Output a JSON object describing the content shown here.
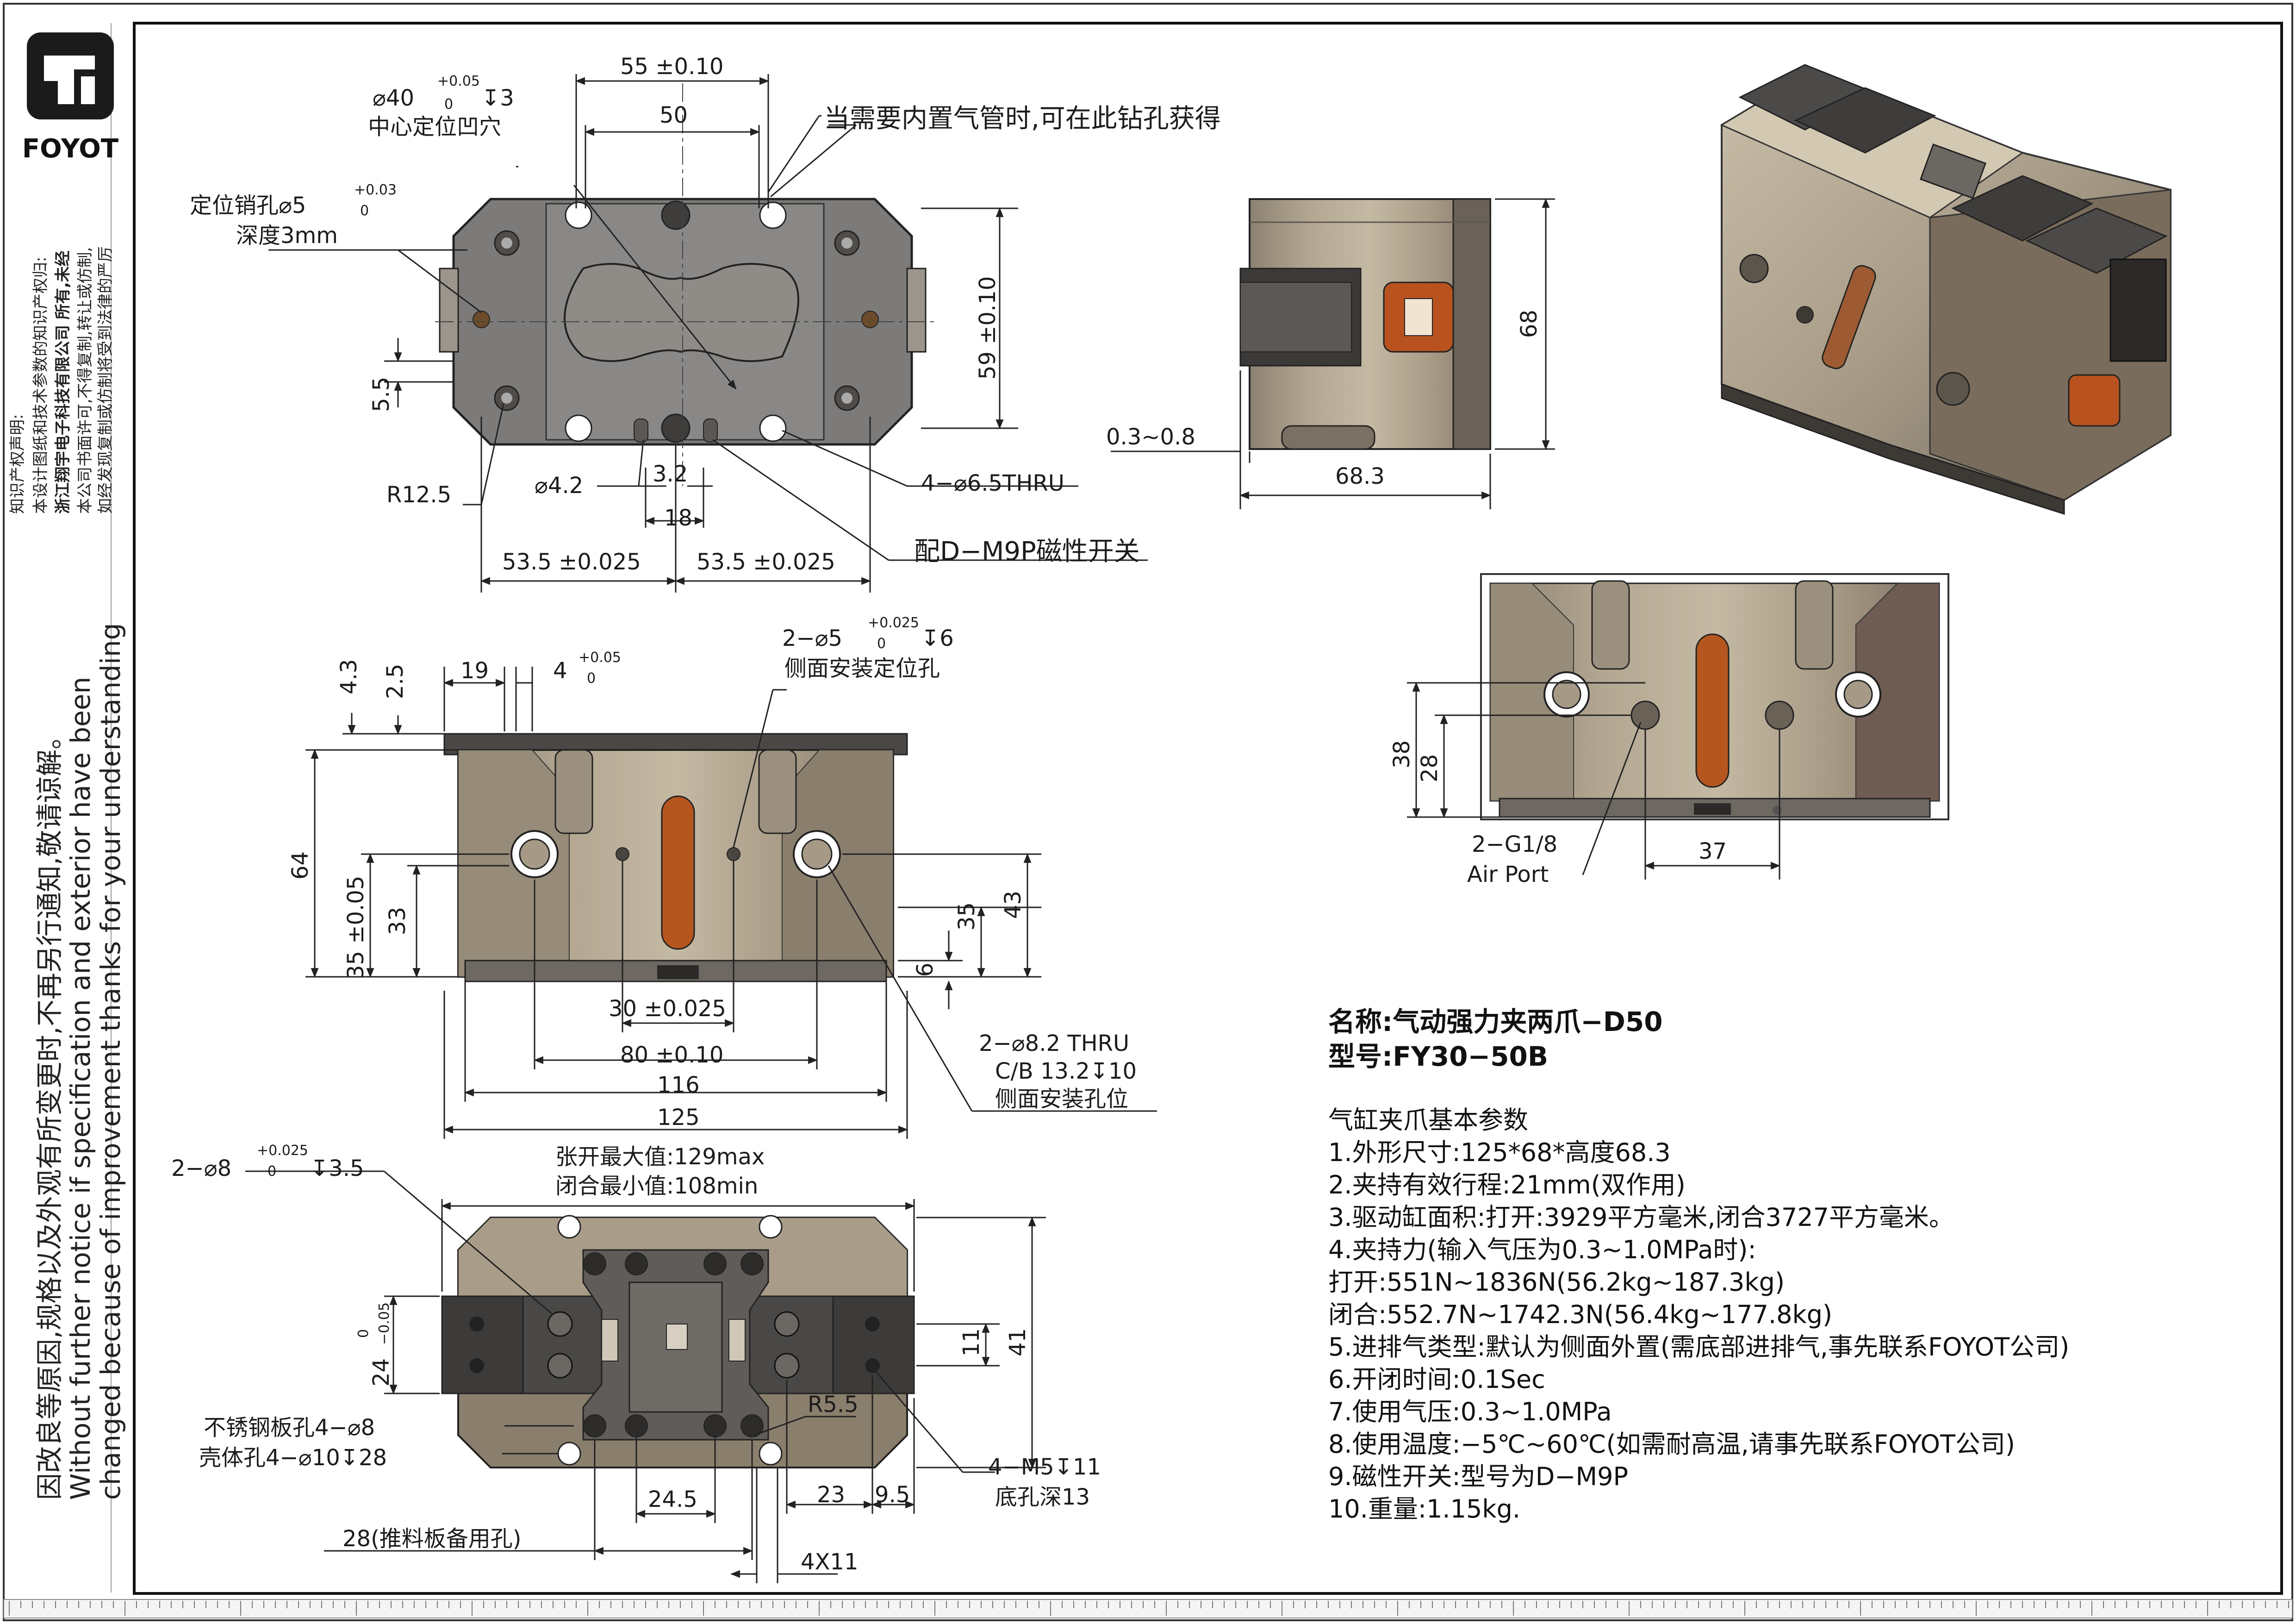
{
  "brand": {
    "name": "FOYOT"
  },
  "side_notice": {
    "copyright_lines": [
      "知识产权声明:",
      "本设计图纸和技术参数的知识产权归:",
      "浙江翔宇电子科技有限公司 所有,未经",
      "本公司书面许可,不得复制,转让或仿制,",
      "如经发现复制或仿制将受到法律的严厉"
    ],
    "change_notice_cn": "因改良等原因,规格以及外观有所变更时,不再另行通知,敬请谅解。",
    "change_notice_en_1": "Without further notice if specification and exterior have been",
    "change_notice_en_2": "changed because of improvement thanks for your understanding"
  },
  "top_view": {
    "center_hole": "⌀40 +0.05/0 ↧3",
    "center_hole_tol_up": "+0.05",
    "center_hole_tol_low": "0",
    "center_hole_main": "⌀40",
    "center_hole_depth": "↧3",
    "center_hole_label": "中心定位凹穴",
    "pin_hole_main": "定位销孔⌀5",
    "pin_hole_tol_up": "+0.03",
    "pin_hole_tol_low": "0",
    "pin_hole_depth": "深度3mm",
    "dim_55": "55 ±0.10",
    "dim_50": "50",
    "drill_note": "当需要内置气管时,可在此钻孔获得",
    "dim_59": "59 ±0.10",
    "dim_5_5": "5.5",
    "dim_r12_5": "R12.5",
    "dim_phi4_2": "⌀4.2",
    "dim_3_2": "3.2",
    "dim_18": "18",
    "dim_thru": "4−⌀6.5THRU",
    "dim_53_5_left": "53.5 ±0.025",
    "dim_53_5_right": "53.5 ±0.025",
    "magnet_note": "配D−M9P磁性开关"
  },
  "side_view": {
    "dim_68": "68",
    "dim_0_3": "0.3~0.8",
    "dim_68_3": "68.3"
  },
  "front_view": {
    "dim_4_3": "4.3",
    "dim_2_5": "2.5",
    "dim_19": "19",
    "dim_4": "4",
    "dim_4_tol_up": "+0.05",
    "dim_4_tol_low": "0",
    "pin_main": "2−⌀5",
    "pin_tol_up": "+0.025",
    "pin_tol_low": "0",
    "pin_depth": "↧6",
    "pin_label": "侧面安装定位孔",
    "dim_64": "64",
    "dim_35_005": "35 ±0.05",
    "dim_33": "33",
    "dim_35_r": "35",
    "dim_43": "43",
    "dim_6": "6",
    "dim_30": "30 ±0.025",
    "dim_80": "80 ±0.10",
    "dim_116": "116",
    "dim_125": "125",
    "thru_1": "2−⌀8.2 THRU",
    "thru_2": "C/B 13.2↧10",
    "thru_3": "侧面安装孔位"
  },
  "rear_view": {
    "dim_38": "38",
    "dim_28": "28",
    "dim_37": "37",
    "port_1": "2−G1/8",
    "port_2": "Air Port"
  },
  "bottom_view": {
    "open_max": "张开最大值:129max",
    "close_min": "闭合最小值:108min",
    "hole_main": "2−⌀8",
    "hole_tol_up": "+0.025",
    "hole_tol_low": "0",
    "hole_depth": "↧3.5",
    "dim_24": "24",
    "dim_24_tol_up": "0",
    "dim_24_tol_low": "−0.05",
    "dim_11": "11",
    "dim_41": "41",
    "dim_r5_5": "R5.5",
    "plate_1": "不锈钢板孔4−⌀8",
    "plate_2": "壳体孔4−⌀10↧28",
    "dim_24_5": "24.5",
    "dim_23": "23",
    "dim_9_5": "9.5",
    "m5_1": "4−M5↧11",
    "m5_2": "底孔深13",
    "dim_28": "28(推料板备用孔)",
    "dim_4x11": "4X11"
  },
  "spec": {
    "name": "名称:气动强力夹两爪−D50",
    "model": "型号:FY30−50B",
    "heading": "气缸夹爪基本参数",
    "items": [
      "1.外形尺寸:125*68*高度68.3",
      "2.夹持有效行程:21mm(双作用)",
      "3.驱动缸面积:打开:3929平方毫米,闭合3727平方毫米。",
      "4.夹持力(输入气压为0.3~1.0MPa时):",
      "打开:551N~1836N(56.2kg~187.3kg)",
      "闭合:552.7N~1742.3N(56.4kg~177.8kg)",
      "5.进排气类型:默认为侧面外置(需底部进排气,事先联系FOYOT公司)",
      "6.开闭时间:0.1Sec",
      "7.使用气压:0.3~1.0MPa",
      "8.使用温度:−5℃~60℃(如需耐高温,请事先联系FOYOT公司)",
      "9.磁性开关:型号为D−M9P",
      "10.重量:1.15kg."
    ]
  }
}
